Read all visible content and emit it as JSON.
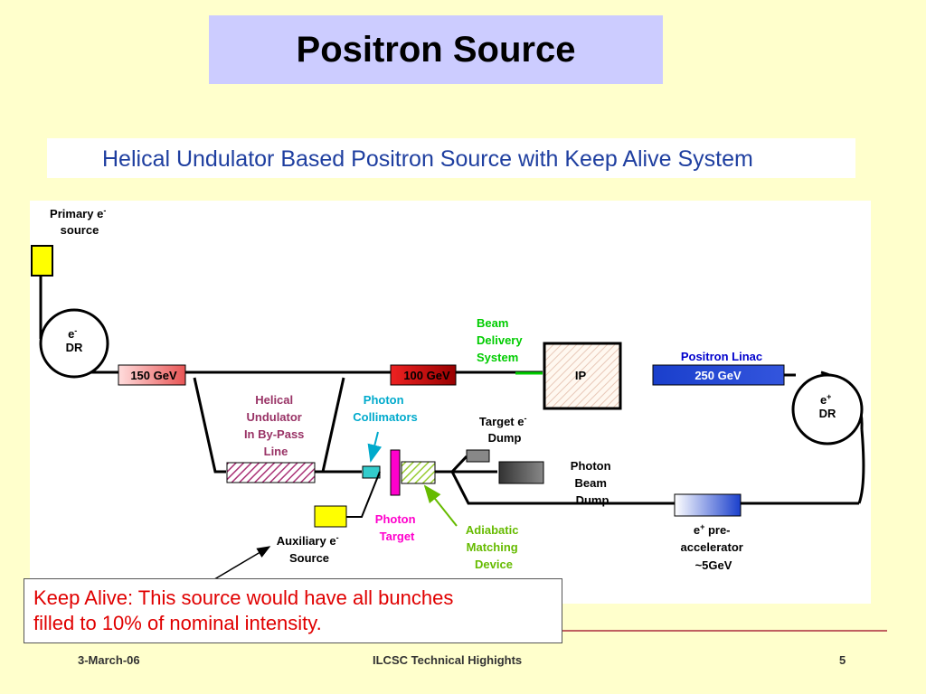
{
  "title": "Positron Source",
  "subtitle": "Helical Undulator Based Positron Source with Keep Alive System",
  "diagram": {
    "primary_source": {
      "line1": "Primary e",
      "sup": "-",
      "line2": "source"
    },
    "e_dr": {
      "line1": "e",
      "sup": "-",
      "line2": "DR"
    },
    "energy_150": "150 GeV",
    "energy_100": "100 GeV",
    "beam_delivery": [
      "Beam",
      "Delivery",
      "System"
    ],
    "ip": "IP",
    "positron_linac": "Positron Linac",
    "energy_250": "250 GeV",
    "e_plus_dr": {
      "line1": "e",
      "sup": "+",
      "line2": "DR"
    },
    "helical_undulator": [
      "Helical",
      "Undulator",
      "In By-Pass",
      "Line"
    ],
    "photon_collimators": [
      "Photon",
      "Collimators"
    ],
    "target_dump": {
      "line1": "Target e",
      "sup": "-",
      "line2": "Dump"
    },
    "photon_beam_dump": [
      "Photon",
      "Beam",
      "Dump"
    ],
    "photon_target": [
      "Photon",
      "Target"
    ],
    "adiabatic": [
      "Adiabatic",
      "Matching",
      "Device"
    ],
    "aux_source": {
      "line1": "Auxiliary e",
      "sup": "-",
      "line2": "Source"
    },
    "pre_accel": {
      "line1_pre": "e",
      "sup": "+",
      "line1_post": " pre-",
      "line2": "accelerator",
      "line3": "~5GeV"
    }
  },
  "note": [
    "Keep Alive: This source would have all bunches",
    "filled to 10% of nominal intensity."
  ],
  "footer": {
    "date": "3-March-06",
    "center": "ILCSC Technical Highights",
    "page": "5"
  },
  "colors": {
    "title_bg": "#ccccff",
    "subtitle_text": "#1f3fa0",
    "beam_delivery": "#00cc00",
    "undulator_label": "#993366",
    "collimator_label": "#00aacc",
    "target_label": "#ff00cc",
    "adiabatic_label": "#66bb00",
    "linac_label": "#0000cc",
    "note_text": "#e00000"
  }
}
